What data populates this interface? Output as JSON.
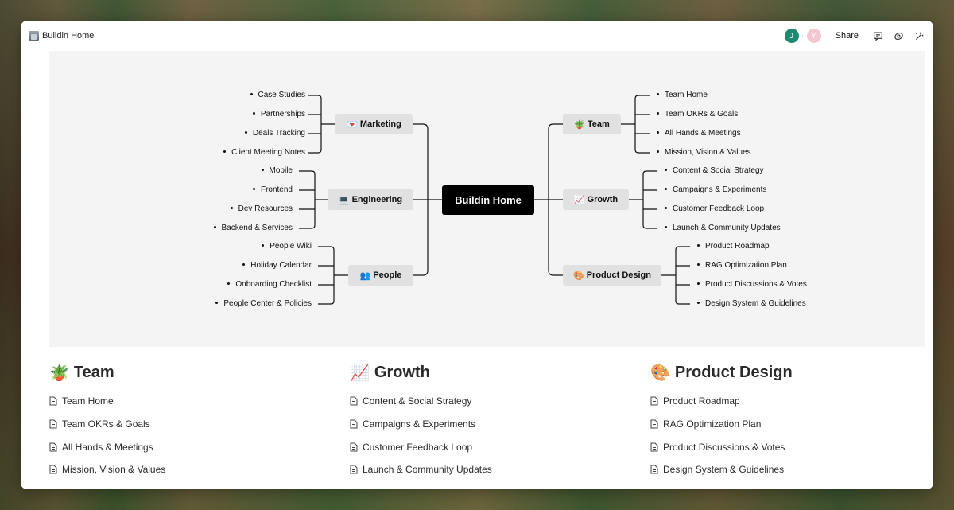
{
  "window": {
    "title": "Buildin Home",
    "share_label": "Share",
    "avatars": [
      "J",
      "Y"
    ]
  },
  "icons": {
    "page": "page-icon",
    "comment": "comment-icon",
    "sync": "sync-icon",
    "ai": "ai-sparkle-icon",
    "doc": "document-icon"
  },
  "mindmap": {
    "center": "Buildin Home",
    "branches": {
      "marketing": {
        "emoji": "💌",
        "label": "Marketing",
        "items": [
          "Case Studies",
          "Partnerships",
          "Deals Tracking",
          "Client Meeting Notes"
        ]
      },
      "engineering": {
        "emoji": "💻",
        "label": "Engineering",
        "items": [
          "Mobile",
          "Frontend",
          "Dev Resources",
          "Backend & Services"
        ]
      },
      "people": {
        "emoji": "👥",
        "label": "People",
        "items": [
          "People Wiki",
          "Holiday Calendar",
          "Onboarding Checklist",
          "People Center & Policies"
        ]
      },
      "team": {
        "emoji": "🪴",
        "label": "Team",
        "items": [
          "Team Home",
          "Team OKRs & Goals",
          "All Hands & Meetings",
          "Mission, Vision & Values"
        ]
      },
      "growth": {
        "emoji": "📈",
        "label": "Growth",
        "items": [
          "Content & Social Strategy",
          "Campaigns & Experiments",
          "Customer Feedback Loop",
          "Launch & Community Updates"
        ]
      },
      "design": {
        "emoji": "🎨",
        "label": "Product Design",
        "items": [
          "Product Roadmap",
          "RAG Optimization Plan",
          "Product Discussions & Votes",
          "Design System & Guidelines"
        ]
      }
    }
  },
  "sections": [
    {
      "emoji": "🪴",
      "title": "Team",
      "links": [
        "Team Home",
        "Team OKRs & Goals",
        "All Hands & Meetings",
        "Mission, Vision & Values"
      ]
    },
    {
      "emoji": "📈",
      "title": "Growth",
      "links": [
        "Content & Social Strategy",
        "Campaigns & Experiments",
        "Customer Feedback Loop",
        "Launch & Community Updates"
      ]
    },
    {
      "emoji": "🎨",
      "title": "Product Design",
      "links": [
        "Product Roadmap",
        "RAG Optimization Plan",
        "Product Discussions & Votes",
        "Design System & Guidelines"
      ]
    }
  ]
}
